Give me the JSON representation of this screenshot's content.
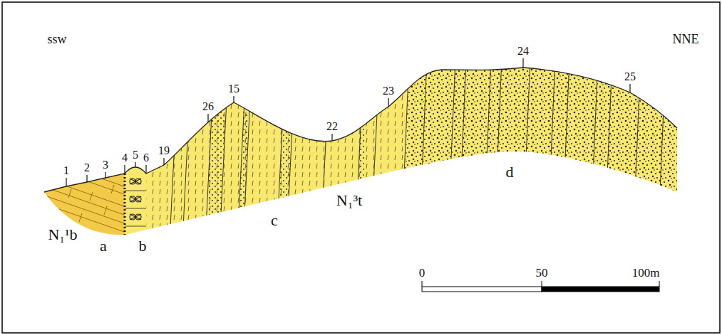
{
  "diagram": {
    "labels": [
      "ssw",
      "NNE",
      "1",
      "2",
      "3",
      "4",
      "5",
      "6",
      "19",
      "26",
      "15",
      "22",
      "23",
      "24",
      "25",
      "N₁¹b",
      "a",
      "b",
      "c",
      "N₁³t",
      "d",
      "0",
      "50",
      "100m"
    ]
  }
}
